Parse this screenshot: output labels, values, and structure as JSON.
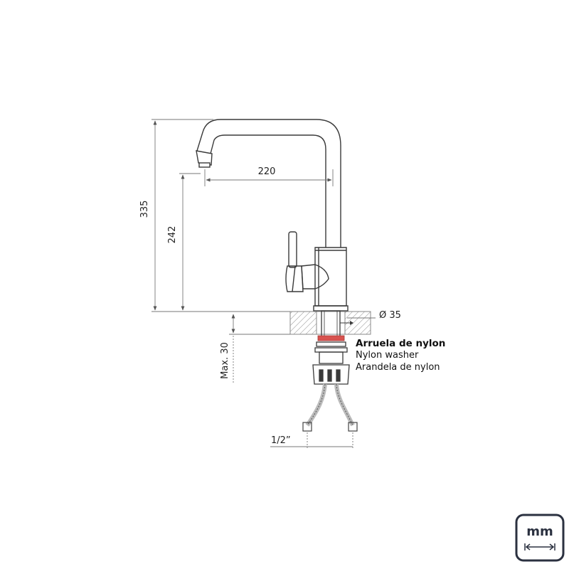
{
  "dimensions": {
    "total_height": "335",
    "spout_height": "242",
    "reach": "220",
    "hole_diameter": "Ø 35",
    "max_countertop": "Max. 30",
    "connection": "1/2”"
  },
  "washer_note": {
    "pt": "Arruela de nylon",
    "en": "Nylon washer",
    "es": "Arandela de nylon"
  },
  "unit_badge": {
    "label": "mm",
    "icon": "double-arrow-icon"
  },
  "colors": {
    "washer": "#d9534f",
    "line": "#3a3a3a",
    "dimension": "#777777",
    "badge": "#2b3140"
  }
}
